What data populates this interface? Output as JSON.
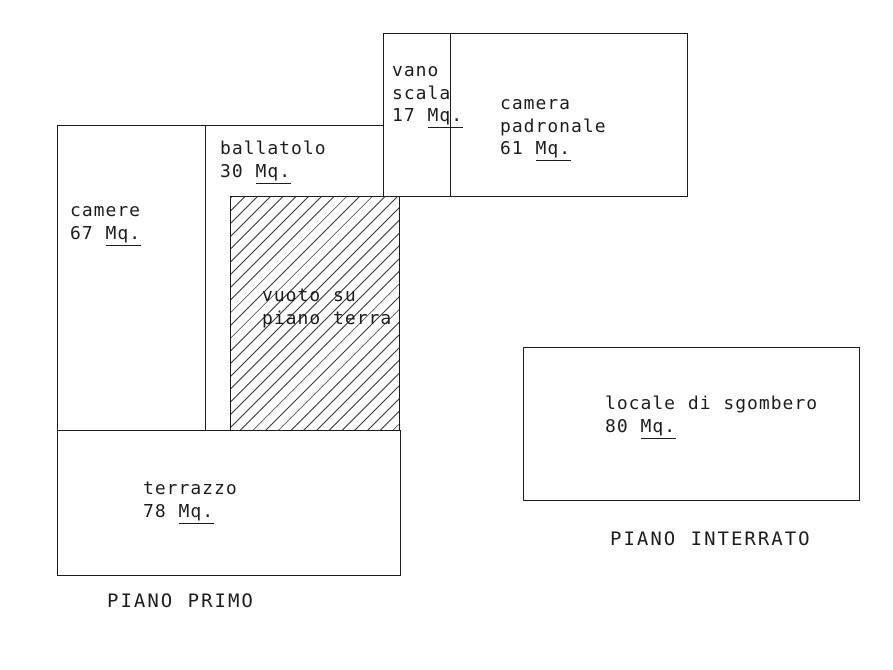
{
  "plan": {
    "title": "floor-plan",
    "line_color": "#1c1c1c",
    "background_color": "#ffffff"
  },
  "rooms": {
    "vano_scala": {
      "line1": "vano",
      "line2": "scala",
      "area_value": "17",
      "area_unit": "Mq."
    },
    "camera_padronale": {
      "line1": "camera",
      "line2": "padronale",
      "area_value": "61",
      "area_unit": "Mq."
    },
    "ballatolo": {
      "line1": "ballatolo",
      "area_value": "30",
      "area_unit": "Mq."
    },
    "camere": {
      "line1": "camere",
      "area_value": "67",
      "area_unit": "Mq."
    },
    "vuoto": {
      "line1": "vuoto su",
      "line2": "piano terra"
    },
    "terrazzo": {
      "line1": "terrazzo",
      "area_value": "78",
      "area_unit": "Mq."
    },
    "locale_sgombero": {
      "line1": "locale di sgombero",
      "area_value": "80",
      "area_unit": "Mq."
    }
  },
  "floor_labels": {
    "piano_primo": "PIANO PRIMO",
    "piano_interrato": "PIANO INTERRATO"
  }
}
